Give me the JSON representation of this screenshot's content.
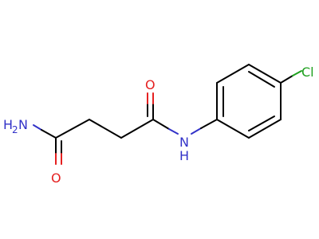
{
  "molecule": {
    "atoms": {
      "amine_nitrogen": {
        "text": "N",
        "subscript": "2",
        "prefix": "H",
        "color": "#3232c8"
      },
      "carbonyl_oxygen_left": {
        "text": "O",
        "color": "#e52020"
      },
      "carbonyl_oxygen_right": {
        "text": "O",
        "color": "#e52020"
      },
      "amide_nitrogen": {
        "text": "N",
        "color": "#3232c8"
      },
      "amide_hydrogen": {
        "text": "H",
        "color": "#3232c8"
      },
      "chlorine": {
        "text": "Cl",
        "color": "#1fa01f"
      }
    },
    "bond_color": "#000000"
  }
}
